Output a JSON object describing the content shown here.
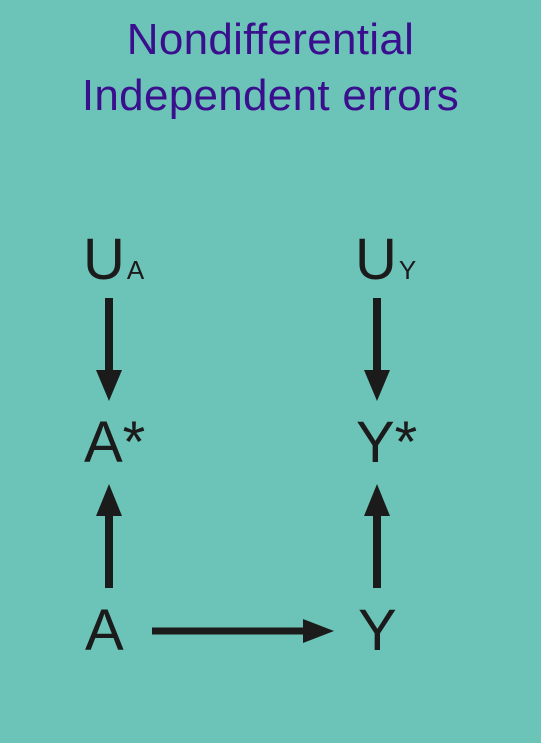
{
  "title": {
    "line1": "Nondifferential",
    "line2": "Independent errors"
  },
  "nodes": {
    "ua": {
      "main": "U",
      "sub": "A"
    },
    "uy": {
      "main": "U",
      "sub": "Y"
    },
    "astar": {
      "label": "A*"
    },
    "ystar": {
      "label": "Y*"
    },
    "a": {
      "label": "A"
    },
    "y": {
      "label": "Y"
    }
  },
  "edges": [
    {
      "from": "UA",
      "to": "A*"
    },
    {
      "from": "UY",
      "to": "Y*"
    },
    {
      "from": "A",
      "to": "A*"
    },
    {
      "from": "Y",
      "to": "Y*"
    },
    {
      "from": "A",
      "to": "Y"
    }
  ],
  "colors": {
    "background": "#6cc3b7",
    "title": "#3a0f8e",
    "nodes": "#1b1b1b",
    "arrows": "#1b1b1b"
  }
}
